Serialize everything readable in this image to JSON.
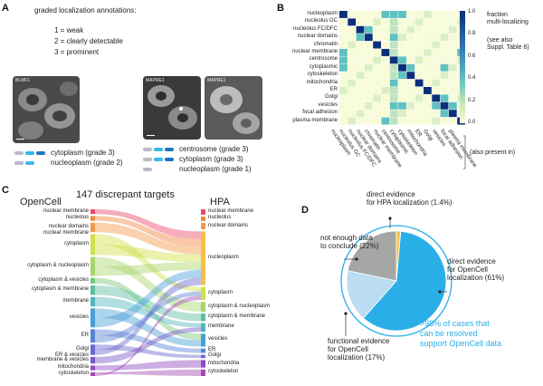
{
  "panelA": {
    "letter": "A",
    "title": "graded localization  annotations:",
    "grades": [
      "1 = weak",
      "2 = clearly detectable",
      "3 = prominent"
    ],
    "images": [
      {
        "label": "BLMF1",
        "tone": "#505050"
      },
      {
        "label": "MAPRE1",
        "tone": "#3d3d3d"
      },
      {
        "label": "MAPRE1",
        "tone": "#6a6a6a"
      }
    ],
    "left_annotations": [
      "cytoplasm (grade 3)",
      "nucleoplasm (grade 2)"
    ],
    "right_annotations": [
      "centrosome (grade 3)",
      "cytoplasm (grade 3)",
      "nucleoplasm (grade 1)"
    ],
    "colors": {
      "dark": "#1f77c4",
      "mid": "#3bb7e8",
      "light": "#b9b9c9"
    }
  },
  "panelB": {
    "letter": "B",
    "labels": [
      "nucleoplasm",
      "nucleolus GC",
      "nucleolus FC/DFC",
      "nuclear domains",
      "chromatin",
      "nuclear membrane",
      "centrosome",
      "cytoplasmic",
      "cytoskeleton",
      "mitochondria",
      "ER",
      "Golgi",
      "vesicles",
      "focal adhesion",
      "plasma membrane"
    ],
    "colorbar_title": "fraction\nmulti-localizing",
    "colorbar_note": "(see also\nSuppl. Table 6)",
    "colorbar_ticks": [
      "1.0",
      "0.8",
      "0.6",
      "0.4",
      "0.2",
      "0.0"
    ],
    "also_present": "(also present in)",
    "colors": {
      "low": "#f7fbd7",
      "mid": "#5fc1c0",
      "high": "#0b2f7a"
    }
  },
  "panelC": {
    "letter": "C",
    "title": "147 discrepant targets",
    "left_header": "OpenCell",
    "right_header": "HPA",
    "left_nodes": [
      {
        "label": "nuclear membrane",
        "color": "#e84a6a"
      },
      {
        "label": "nucleolus",
        "color": "#f0853f"
      },
      {
        "label": "nuclear domains\nnuclear membrane",
        "color": "#f29a4a"
      },
      {
        "label": "cytoplasm",
        "color": "#cfe04a"
      },
      {
        "label": "cytoplasm & nucleoplasm",
        "color": "#a8d46a"
      },
      {
        "label": "cytoplasm & vesicles",
        "color": "#7cc87a"
      },
      {
        "label": "cytoplasm & membrane",
        "color": "#5cbfa0"
      },
      {
        "label": "membrane",
        "color": "#4fb6c2"
      },
      {
        "label": "vesicles",
        "color": "#4a9fd8"
      },
      {
        "label": "ER",
        "color": "#5a82d6"
      },
      {
        "label": "Golgi\nER & vesicles",
        "color": "#6a6bd0"
      },
      {
        "label": "membrane & vesicles",
        "color": "#7a58c8"
      },
      {
        "label": "mitochondria",
        "color": "#8e4cc0"
      },
      {
        "label": "cytoskeleton",
        "color": "#a24ab4"
      }
    ],
    "right_nodes": [
      {
        "label": "nuclear membrane",
        "color": "#e84a6a"
      },
      {
        "label": "nucleolus",
        "color": "#f0853f"
      },
      {
        "label": "nuclear domains",
        "color": "#f29a4a"
      },
      {
        "label": "nucleoplasm",
        "color": "#f5c04a"
      },
      {
        "label": "cytoplasm",
        "color": "#cfe04a"
      },
      {
        "label": "cytoplasm & nucleoplasm",
        "color": "#a8d46a"
      },
      {
        "label": "cytoplasm & membrane",
        "color": "#5cbfa0"
      },
      {
        "label": "membrane",
        "color": "#4fb6c2"
      },
      {
        "label": "vesicles",
        "color": "#4a9fd8"
      },
      {
        "label": "ER",
        "color": "#5a82d6"
      },
      {
        "label": "Golgi",
        "color": "#6a6bd0"
      },
      {
        "label": "mitochondria",
        "color": "#8e4cc0"
      },
      {
        "label": "cytoskeleton",
        "color": "#a24ab4"
      }
    ]
  },
  "panelD": {
    "letter": "D",
    "labels": {
      "hpa": "direct evidence\nfor HPA localization (1.4%)",
      "notenough": "not enough data\nto conclude (22%)",
      "opencell": "direct evidence\nfor OpenCell\nlocalization (61%)",
      "functional": "functional evidence\nfor OpenCell\nlocalization (17%)",
      "note": ">98% of cases that\ncan be resolved\nsupport OpenCell data"
    },
    "chart_data": {
      "type": "pie",
      "categories": [
        "direct evidence for OpenCell localization",
        "functional evidence for OpenCell localization",
        "not enough data to conclude",
        "direct evidence for HPA localization"
      ],
      "values": [
        61,
        17,
        22,
        1.4
      ],
      "colors": [
        "#2aaee8",
        "#bcdcf2",
        "#a6a6a6",
        "#f2c84b"
      ]
    }
  }
}
